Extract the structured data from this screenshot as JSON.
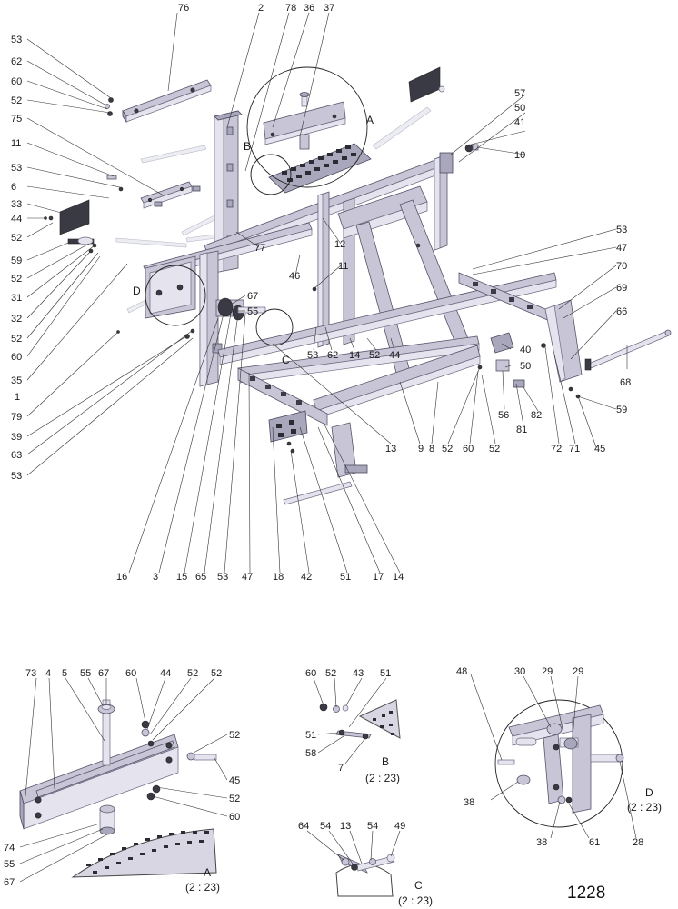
{
  "figure": {
    "page_number": "1228",
    "main_labels": {
      "top": [
        "76",
        "2",
        "78",
        "36",
        "37"
      ],
      "left": [
        "53",
        "62",
        "60",
        "52",
        "75",
        "11",
        "53",
        "6",
        "33",
        "44",
        "52",
        "59",
        "52",
        "31",
        "32",
        "52",
        "60",
        "35",
        "1",
        "79",
        "39",
        "63",
        "53"
      ],
      "right": [
        "57",
        "50",
        "41",
        "10",
        "53",
        "47",
        "70",
        "69",
        "66",
        "68",
        "59",
        "45"
      ],
      "middle": [
        "12",
        "77",
        "11",
        "46",
        "67",
        "55",
        "53",
        "62",
        "14",
        "52",
        "44",
        "40",
        "50",
        "56",
        "81",
        "82",
        "9",
        "8",
        "52",
        "60",
        "52",
        "72",
        "71",
        "13"
      ],
      "bottom": [
        "16",
        "3",
        "15",
        "65",
        "53",
        "47",
        "18",
        "42",
        "51",
        "17",
        "14"
      ],
      "view_letters": [
        "A",
        "B",
        "C",
        "D"
      ]
    },
    "detail_a": {
      "title": "A",
      "scale": "(2 : 23)",
      "labels": [
        "73",
        "4",
        "5",
        "55",
        "67",
        "60",
        "44",
        "52",
        "52",
        "52",
        "45",
        "52",
        "60",
        "74",
        "55",
        "67"
      ]
    },
    "detail_b": {
      "title": "B",
      "scale": "(2 : 23)",
      "labels": [
        "60",
        "52",
        "43",
        "51",
        "51",
        "58",
        "7"
      ]
    },
    "detail_c": {
      "title": "C",
      "scale": "(2 : 23)",
      "labels": [
        "64",
        "54",
        "13",
        "54",
        "49"
      ]
    },
    "detail_d": {
      "title": "D",
      "scale": "(2 : 23)",
      "labels": [
        "48",
        "30",
        "29",
        "29",
        "38",
        "38",
        "61",
        "28"
      ]
    }
  }
}
